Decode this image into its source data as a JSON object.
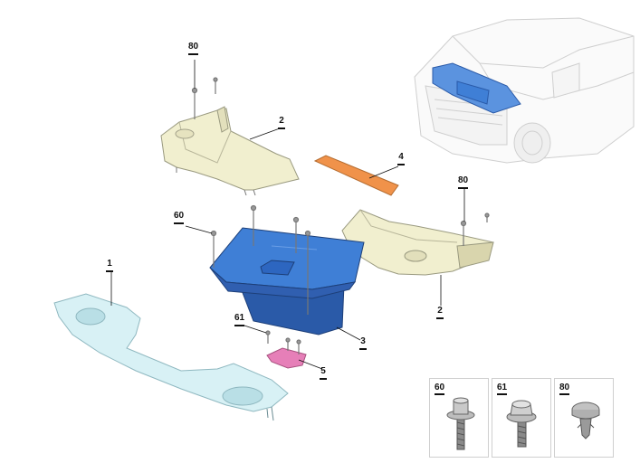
{
  "callouts": {
    "c80_top": "80",
    "c2_top": "2",
    "c4": "4",
    "c80_right": "80",
    "c60": "60",
    "c1": "1",
    "c2_right": "2",
    "c61": "61",
    "c3": "3",
    "c5": "5"
  },
  "fasteners": [
    {
      "number": "60",
      "icon": "flange-bolt-long-icon"
    },
    {
      "number": "61",
      "icon": "flange-bolt-short-icon"
    },
    {
      "number": "80",
      "icon": "push-clip-icon"
    }
  ],
  "colors": {
    "tray_fill": "#f1efcf",
    "tray_stroke": "#9a9a80",
    "strip_fill": "#f0924a",
    "box_fill": "#3f7fd6",
    "box_dark": "#2a5aa8",
    "support_fill": "#d8f1f5",
    "support_stroke": "#8fb8c0",
    "bracket_fill": "#e67fb8",
    "car_highlight": "#5b93df"
  }
}
